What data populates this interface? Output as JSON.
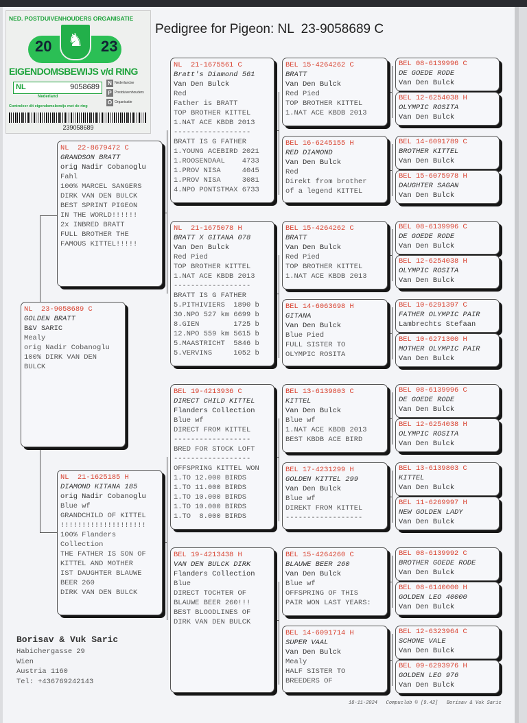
{
  "title": "Pedigree for Pigeon: NL  23-9058689 C",
  "sticker": {
    "org": "NED. POSTDUIVENHOUDERS ORGANISATIE",
    "year_left": "20",
    "year_right": "23",
    "heading": "EIGENDOMSBEWIJS v/d RING",
    "country": "NL",
    "ring_number": "9058689",
    "npo_lines": [
      "Nederlandse",
      "Postduivenhouders",
      "Organisatie"
    ],
    "nederland": "Nederland",
    "check_text": "Controleer dit eigendomsbewijs met de ring",
    "barcode": "239058689"
  },
  "pedigree": {
    "subject": {
      "ring": "NL  23-9058689 C",
      "name": "GOLDEN BRATT",
      "owner": "B&V SARIC",
      "lines": [
        "Mealy",
        "orig Nadir Cobanoglu",
        "100% DIRK VAN DEN",
        "BULCK"
      ]
    },
    "sire": {
      "ring": "NL  22-8679472 C",
      "name": "GRANDSON BRATT",
      "owner": "orig Nadir Cobanoglu",
      "lines": [
        "Fahl",
        "100% MARCEL SANGERS",
        "DIRK VAN DEN BULCK",
        "BEST SPRINT PIGEON",
        "IN THE WORLD!!!!!!",
        "2x INBRED BRATT",
        "FULL BROTHER THE",
        "FAMOUS KITTEL!!!!!"
      ]
    },
    "dam": {
      "ring": "NL  21-1625185 H",
      "name": "DIAMOND KITANA 185",
      "owner": "orig Nadir Cobanoglu",
      "lines": [
        "Blue wf",
        "GRANDCHILD OF KITTEL",
        "!!!!!!!!!!!!!!!!!!!!",
        "100% Flanders",
        "Collection",
        "THE FATHER IS SON OF",
        "KITTEL AND MOTHER",
        "IST DAUGHTER BLAUWE",
        "BEER 260",
        "DIRK VAN DEN BULCK"
      ]
    },
    "gen3": [
      {
        "ring": "NL  21-1675561 C",
        "name": "Bratt's Diamond 561",
        "owner": "Van Den Bulck",
        "lines": [
          "Red",
          "Father is BRATT",
          "TOP BROTHER KITTEL",
          "1.NAT ACE KBDB 2013",
          "------------------",
          "BRATT IS G FATHER",
          "1.YOUNG ACEBIRD 2021",
          "1.ROOSENDAAL    4733",
          "1.PROV NISA     4045",
          "1.PROV NISA     3081",
          "4.NPO PONTSTMAX 6733"
        ]
      },
      {
        "ring": "NL  21-1675078 H",
        "name": "BRATT X GITANA 078",
        "owner": "Van Den Bulck",
        "lines": [
          "Red Pied",
          "TOP BROTHER KITTEL",
          "1.NAT ACE KBDB 2013",
          "------------------",
          "BRATT IS G FATHER",
          "5.PITHIVIERS  1890 b",
          "30.NPO 527 km 6699 b",
          "8.GIEN        1725 b",
          "12.NPO 559 km 5615 b",
          "5.MAASTRICHT  5846 b",
          "5.VERVINS     1052 b"
        ]
      },
      {
        "ring": "BEL 19-4213936 C",
        "name": "DIRECT CHILD KITTEL",
        "owner": "Flanders Collection",
        "lines": [
          "Blue wf",
          "DIRECT FROM KITTEL",
          "------------------",
          "BRED FOR STOCK LOFT",
          "------------------",
          "OFFSPRING KITTEL WON",
          "1.TO 12.000 BIRDS",
          "1.TO 11.000 BIRDS",
          "1.TO 10.000 BIRDS",
          "1.TO 10.000 BIRDS",
          "1.TO  8.000 BIRDS"
        ]
      },
      {
        "ring": "BEL 19-4213438 H",
        "name": "VAN DEN BULCK DIRK",
        "owner": "Flanders Collection",
        "lines": [
          "Blue",
          "DIRECT TOCHTER OF",
          "BLAUWE BEER 260!!!",
          "BEST BLOODLINES OF",
          "DIRK VAN DEN BULCK"
        ]
      }
    ],
    "gen4": [
      {
        "ring": "BEL 15-4264262 C",
        "name": "BRATT",
        "owner": "Van Den Bulck",
        "lines": [
          "Red Pied",
          "TOP BROTHER KITTEL",
          "1.NAT ACE KBDB 2013"
        ]
      },
      {
        "ring": "BEL 16-6245155 H",
        "name": "RED DIAMOND",
        "owner": "Van Den Bulck",
        "lines": [
          "Red",
          "Direkt from brother",
          "of a legend KITTEL"
        ]
      },
      {
        "ring": "BEL 15-4264262 C",
        "name": "BRATT",
        "owner": "Van Den Bulck",
        "lines": [
          "Red Pied",
          "TOP BROTHER KITTEL",
          "1.NAT ACE KBDB 2013"
        ]
      },
      {
        "ring": "BEL 14-6063698 H",
        "name": "GITANA",
        "owner": "Van Den Bulck",
        "lines": [
          "Blue Pied",
          "FULL SISTER TO",
          "OLYMPIC ROSITA"
        ]
      },
      {
        "ring": "BEL 13-6139803 C",
        "name": "KITTEL",
        "owner": "Van Den Bulck",
        "lines": [
          "Blue wf",
          "1.NAT ACE KBDB 2013",
          "BEST KBDB ACE BIRD"
        ]
      },
      {
        "ring": "BEL 17-4231299 H",
        "name": "GOLDEN KITTEL 299",
        "owner": "Van Den Bulck",
        "lines": [
          "Blue wf",
          "DIREKT FROM KITTEL",
          "------------------"
        ]
      },
      {
        "ring": "BEL 15-4264260 C",
        "name": "BLAUWE BEER 260",
        "owner": "Van Den Bulck",
        "lines": [
          "Blue wf",
          "OFFSPRING OF THIS",
          "PAIR WON LAST YEARS:"
        ]
      },
      {
        "ring": "BEL 14-6091714 H",
        "name": "SUPER VAAL",
        "owner": "Van Den Bulck",
        "lines": [
          "Mealy",
          "HALF SISTER TO",
          "BREEDERS OF"
        ]
      }
    ],
    "gen5": [
      {
        "ring": "BEL 08-6139996 C",
        "name": "DE GOEDE RODE",
        "owner": "Van Den Bulck"
      },
      {
        "ring": "BEL 12-6254038 H",
        "name": "OLYMPIC ROSITA",
        "owner": "Van Den Bulck"
      },
      {
        "ring": "BEL 14-6091789 C",
        "name": "BROTHER KITTEL",
        "owner": "Van Den Bulck"
      },
      {
        "ring": "BEL 15-6075978 H",
        "name": "DAUGHTER SAGAN",
        "owner": "Van Den Bulck"
      },
      {
        "ring": "BEL 08-6139996 C",
        "name": "DE GOEDE RODE",
        "owner": "Van Den Bulck"
      },
      {
        "ring": "BEL 12-6254038 H",
        "name": "OLYMPIC ROSITA",
        "owner": "Van Den Bulck"
      },
      {
        "ring": "BEL 10-6291397 C",
        "name": "FATHER OLYMPIC PAIR",
        "owner": "Lambrechts Stefaan"
      },
      {
        "ring": "BEL 10-6271300 H",
        "name": "MOTHER OLYMPIC PAIR",
        "owner": "Van Den Bulck"
      },
      {
        "ring": "BEL 08-6139996 C",
        "name": "DE GOEDE RODE",
        "owner": "Van Den Bulck"
      },
      {
        "ring": "BEL 12-6254038 H",
        "name": "OLYMPIC ROSITA",
        "owner": "Van Den Bulck"
      },
      {
        "ring": "BEL 13-6139803 C",
        "name": "KITTEL",
        "owner": "Van Den Bulck"
      },
      {
        "ring": "BEL 11-6269997 H",
        "name": "NEW GOLDEN LADY",
        "owner": "Van Den Bulck"
      },
      {
        "ring": "BEL 08-6139992 C",
        "name": "BROTHER GOEDE RODE",
        "owner": "Van Den Bulck"
      },
      {
        "ring": "BEL 08-6140000 H",
        "name": "GOLDEN LEO 40000",
        "owner": "Van Den Bulck"
      },
      {
        "ring": "BEL 12-6323964 C",
        "name": "SCHONE VALE",
        "owner": "Van Den Bulck"
      },
      {
        "ring": "BEL 09-6293976 H",
        "name": "GOLDEN LEO 976",
        "owner": "Van Den Bulck"
      }
    ]
  },
  "breeder": {
    "name": "Borisav & Vuk Saric",
    "address": [
      "Habichergasse 29",
      "Wien",
      "Austria 1160",
      "Tel: +436769242143"
    ]
  },
  "footer": {
    "date": "18-11-2024",
    "software": "Compuclub © [9.42]",
    "owner": "Borisav & Vuk Saric"
  },
  "colors": {
    "ring": "#d8402e",
    "sticker_green": "#1ea33c"
  }
}
